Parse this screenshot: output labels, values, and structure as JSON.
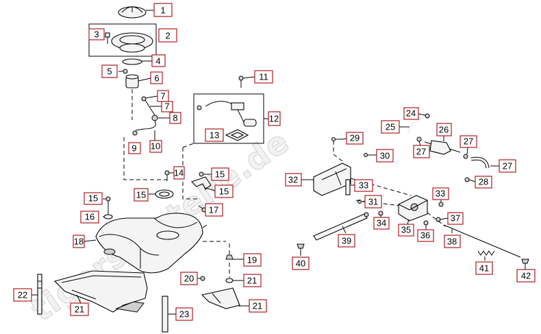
{
  "watermark": "tigersatzteile.de",
  "accent_color": "#b0191e",
  "callouts": [
    "1",
    "2",
    "3",
    "4",
    "5",
    "6",
    "7",
    "7",
    "8",
    "9",
    "10",
    "11",
    "12",
    "13",
    "14",
    "15",
    "15",
    "15",
    "15",
    "16",
    "17",
    "18",
    "19",
    "20",
    "21",
    "21",
    "21",
    "22",
    "23",
    "24",
    "25",
    "26",
    "27",
    "27",
    "27",
    "28",
    "29",
    "30",
    "31",
    "32",
    "33",
    "33",
    "34",
    "35",
    "36",
    "37",
    "38",
    "39",
    "40",
    "41",
    "42"
  ],
  "parts": [
    "fuel-tank",
    "tank-cap",
    "filler-neck",
    "seal-ring",
    "pump-sender-unit",
    "bracket-frame",
    "mount-bracket",
    "fuel-filter",
    "fuel-hose",
    "bolt",
    "nut",
    "rod",
    "spring",
    "strap"
  ]
}
